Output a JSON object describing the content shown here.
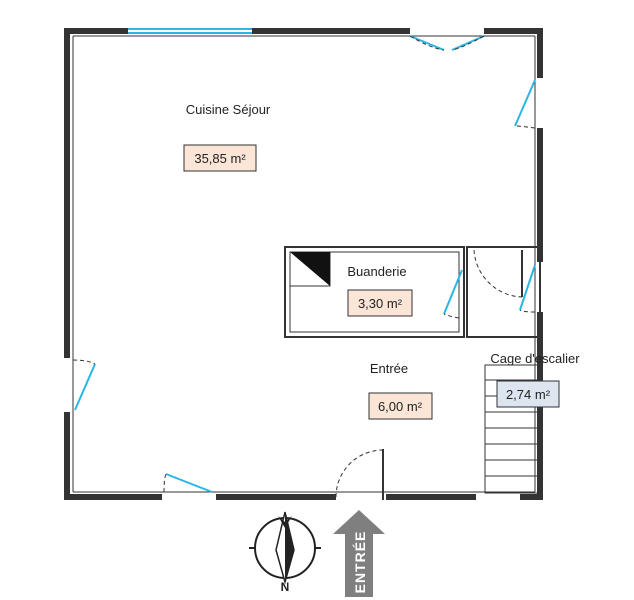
{
  "rooms": {
    "cuisine": {
      "name": "Cuisine Séjour",
      "area": "35,85 m²"
    },
    "buanderie": {
      "name": "Buanderie",
      "area": "3,30 m²"
    },
    "entree": {
      "name": "Entrée",
      "area": "6,00 m²"
    },
    "escalier": {
      "name": "Cage d'escalier",
      "area": "2,74 m²"
    }
  },
  "entrance_arrow": {
    "label": "ENTRÉE"
  },
  "compass": {
    "label": "N"
  },
  "colors": {
    "wall": "#333333",
    "window": "#29b6e6",
    "area_badge_fill": "#fbe5d6",
    "stair_badge_fill": "#dde6f0",
    "arrow": "#7f7f7f"
  },
  "icons": {
    "compass": "compass-icon",
    "arrow": "entrance-arrow-icon",
    "panel": "electrical-panel-icon"
  }
}
